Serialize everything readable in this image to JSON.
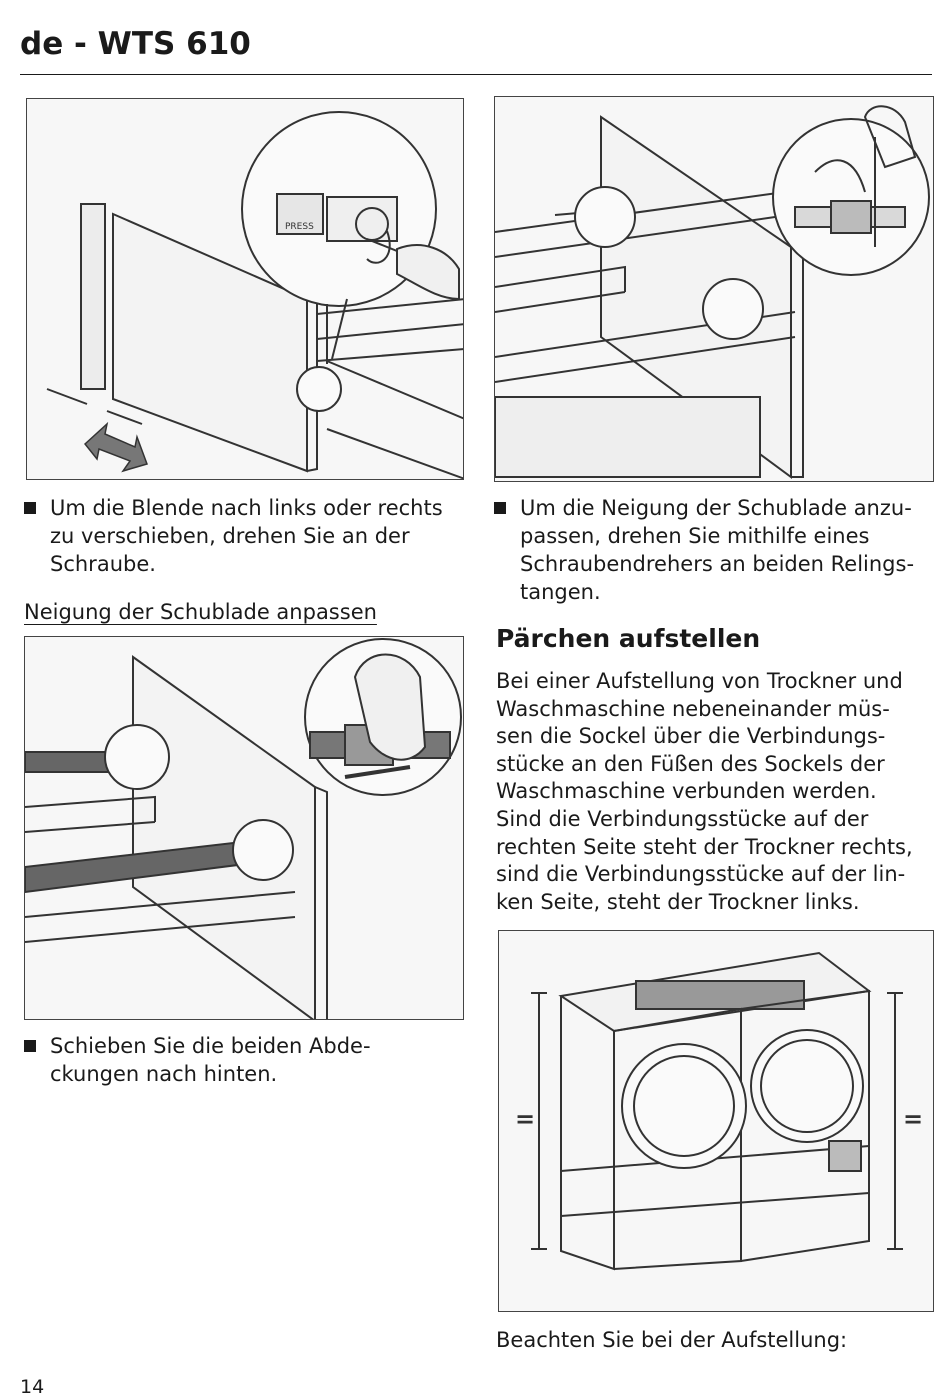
{
  "header": {
    "title": "de - WTS 610"
  },
  "figures": {
    "fig1": {
      "label_press": "PRESS"
    },
    "fig4": {
      "equal_left": "=",
      "equal_right": "="
    }
  },
  "left_column": {
    "bullet1": "Um die Blende nach links oder rechts\nzu verschieben, drehen Sie an der\nSchraube.",
    "subheading": "Neigung der Schublade anpassen",
    "bullet2": "Schieben Sie die beiden Abde-\nckungen nach hinten."
  },
  "right_column": {
    "bullet1": "Um die Neigung der Schublade anzu-\npassen, drehen Sie mithilfe eines\nSchraubendrehers an beiden Relings-\ntangen.",
    "section_heading": "Pärchen aufstellen",
    "paragraph": "Bei einer Aufstellung von Trockner und\nWaschmaschine nebeneinander müs-\nsen die Sockel über die Verbindungs-\nstücke an den Füßen des Sockels der\nWaschmaschine verbunden werden.\nSind die Verbindungsstücke auf der\nrechten Seite steht der Trockner rechts,\nsind die Verbindungsstücke auf der lin-\nken Seite, steht der Trockner links.",
    "note": "Beachten Sie bei der Aufstellung:"
  },
  "footer": {
    "page_number": "14"
  }
}
